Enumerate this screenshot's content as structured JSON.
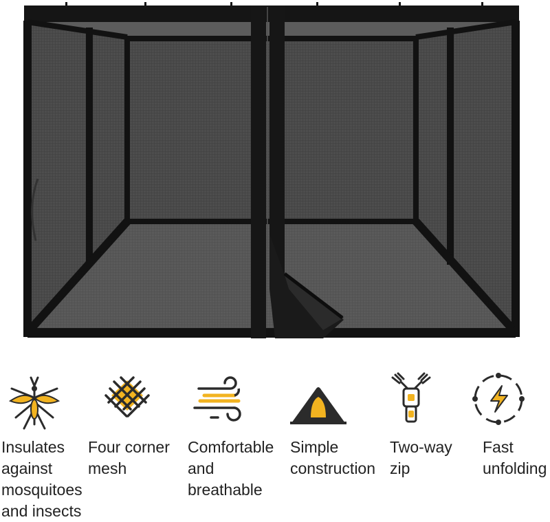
{
  "colors": {
    "frame": "#111111",
    "mesh": "#4a4a4a",
    "mesh_dark": "#3a3a3a",
    "accent": "#f2b320",
    "icon_dark": "#2b2b2b",
    "text": "#222222"
  },
  "product": {
    "name_icon": "gazebo-mosquito-net-image"
  },
  "features": [
    {
      "icon": "mosquito-icon",
      "label": "Insulates\nagainst\nmosquitoes\nand insects"
    },
    {
      "icon": "mesh-grid-icon",
      "label": "Four corner\nmesh"
    },
    {
      "icon": "wind-icon",
      "label": "Comfortable\nand\nbreathable"
    },
    {
      "icon": "tent-icon",
      "label": "Simple\nconstruction"
    },
    {
      "icon": "zipper-icon",
      "label": "Two-way\nzip"
    },
    {
      "icon": "lightning-circle-icon",
      "label": "Fast\nunfolding"
    }
  ]
}
